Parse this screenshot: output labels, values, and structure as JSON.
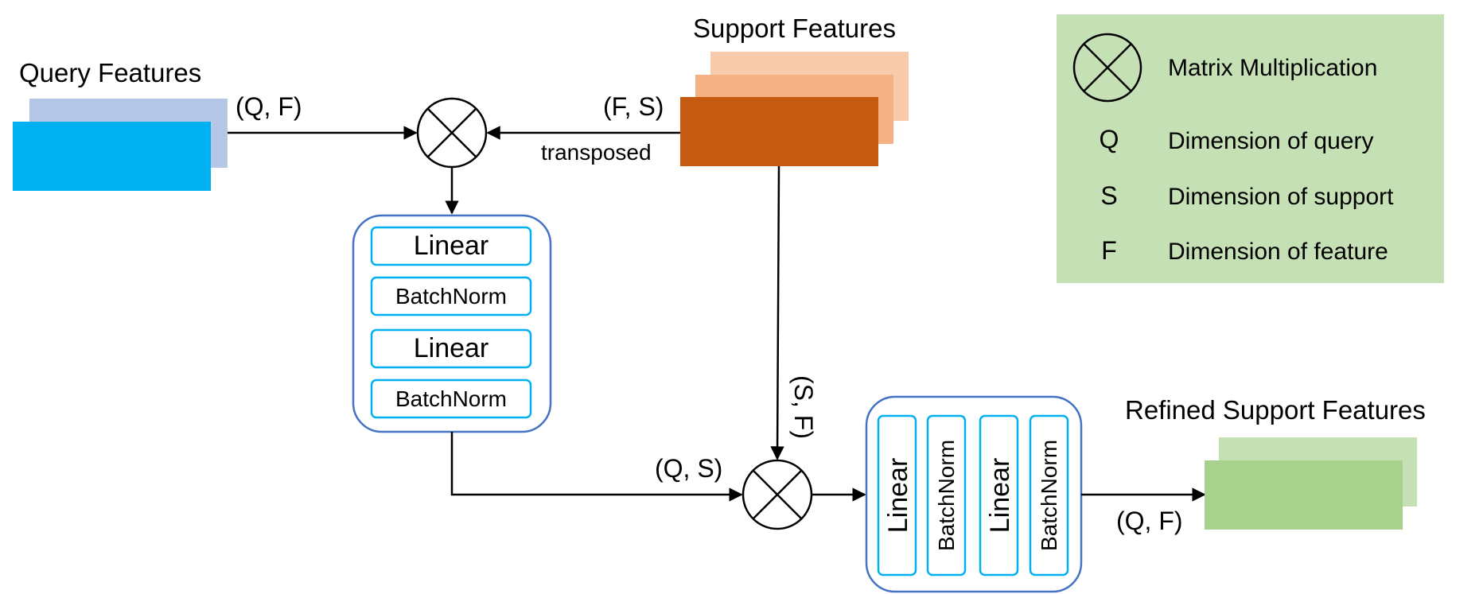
{
  "labels": {
    "query_features": "Query Features",
    "support_features": "Support Features",
    "refined_support_features": "Refined Support Features",
    "transposed": "transposed"
  },
  "dims": {
    "query_in": "(Q, F)",
    "support_in": "(F, S)",
    "qs": "(Q, S)",
    "sf": "(S, F)",
    "output": "(Q, F)"
  },
  "mlp_vertical": [
    "Linear",
    "BatchNorm",
    "Linear",
    "BatchNorm"
  ],
  "mlp_horizontal": [
    "Linear",
    "BatchNorm",
    "Linear",
    "BatchNorm"
  ],
  "legend": {
    "items": [
      {
        "symbol": "matrix-multiplication-icon",
        "text": "Matrix Multiplication"
      },
      {
        "symbol": "Q",
        "text": "Dimension of query"
      },
      {
        "symbol": "S",
        "text": "Dimension of support"
      },
      {
        "symbol": "F",
        "text": "Dimension of feature"
      }
    ]
  },
  "colors": {
    "query_front": "#00b0f0",
    "query_back": "#b4c7e7",
    "support_front": "#c55a11",
    "support_mid": "#f4b183",
    "support_back": "#f8cbad",
    "refined_front": "#a9d18e",
    "refined_back": "#c5e0b4",
    "legend_bg": "#c5e0b4",
    "block_border": "#4472c4",
    "layer_border": "#00b0f0"
  }
}
